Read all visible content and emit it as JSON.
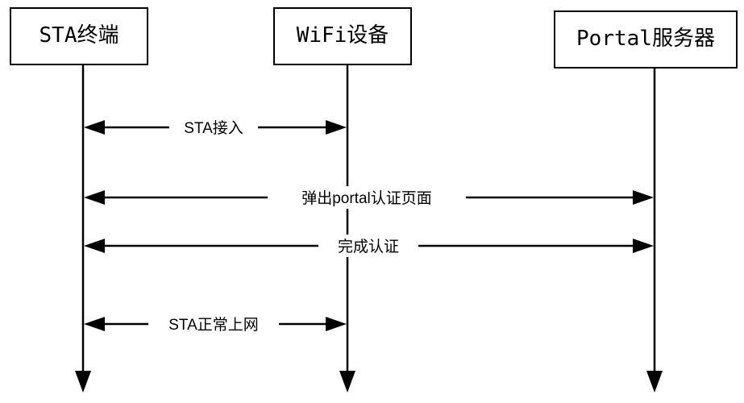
{
  "participants": [
    {
      "label": "STA终端"
    },
    {
      "label": "WiFi设备"
    },
    {
      "label": "Portal服务器"
    }
  ],
  "messages": [
    {
      "label": "STA接入",
      "from": 0,
      "to": 1
    },
    {
      "label": "弹出portal认证页面",
      "from": 0,
      "to": 2
    },
    {
      "label": "完成认证",
      "from": 0,
      "to": 2
    },
    {
      "label": "STA正常上网",
      "from": 0,
      "to": 1
    }
  ],
  "colors": {
    "line": "#000000",
    "background": "#ffffff"
  }
}
